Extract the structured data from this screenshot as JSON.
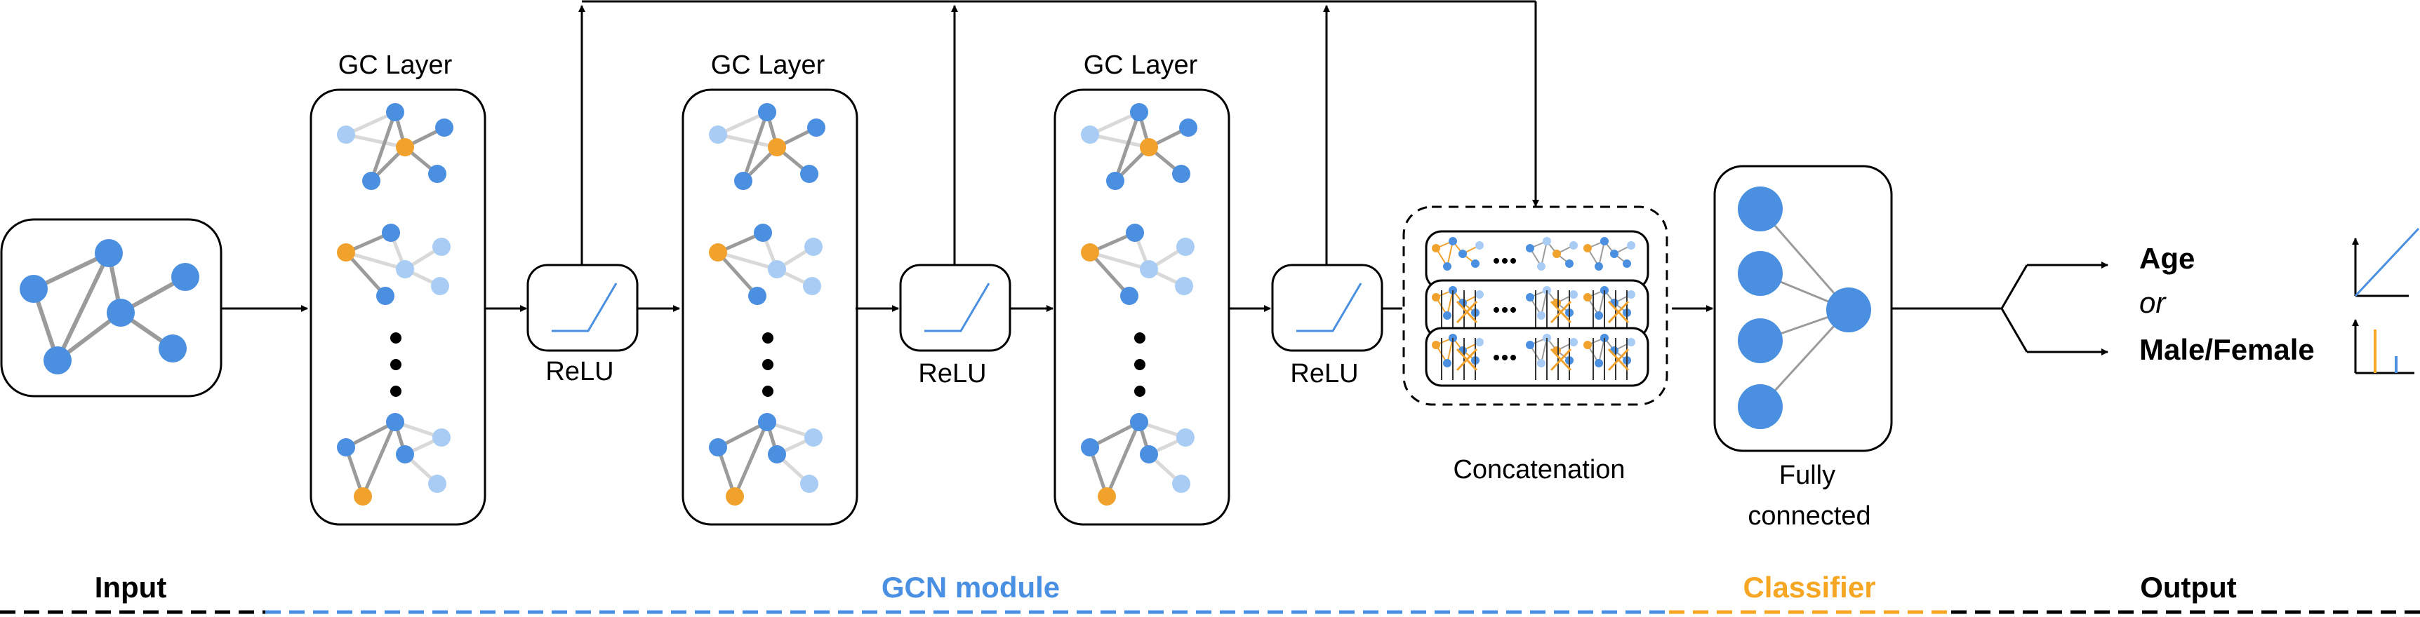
{
  "gc_layer_label": "GC Layer",
  "relu_label": "ReLU",
  "concatenation_label": "Concatenation",
  "fully_connected_label_line1": "Fully",
  "fully_connected_label_line2": "connected",
  "output": {
    "age": "Age",
    "or": "or",
    "sex": "Male/Female"
  },
  "sections": {
    "input": "Input",
    "gcn_module": "GCN module",
    "classifier": "Classifier",
    "output": "Output"
  },
  "colors": {
    "node_blue": "#4a8fe0",
    "node_light_blue": "#a9ccf5",
    "node_orange": "#f0a22d",
    "edge_gray": "#9b9b9b",
    "edge_light": "#d9d9d9",
    "gcn_blue": "#4a90e2",
    "classifier_orange": "#f5a623",
    "black": "#000000"
  },
  "icons": {
    "relu": "relu-curve-icon",
    "regression": "regression-plot-icon",
    "classification": "bar-plot-icon"
  }
}
